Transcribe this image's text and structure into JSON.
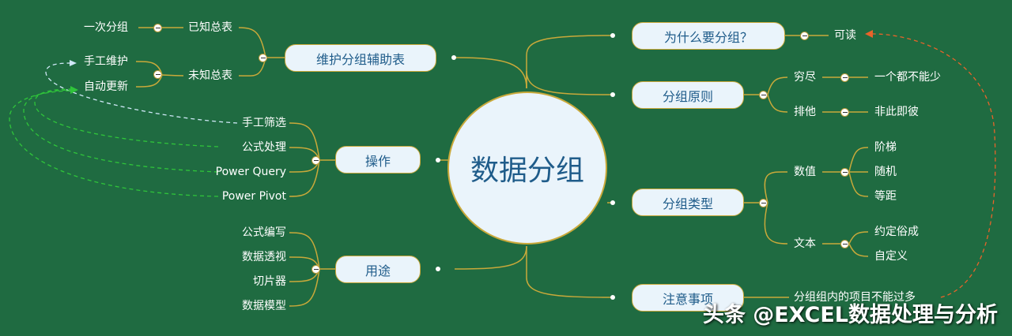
{
  "center": "数据分组",
  "left": {
    "aux": {
      "label": "维护分组辅助表",
      "children": [
        "已知总表",
        "未知总表"
      ],
      "known_child": "一次分组",
      "unknown_children": [
        "手工维护",
        "自动更新"
      ]
    },
    "ops": {
      "label": "操作",
      "children": [
        "手工筛选",
        "公式处理",
        "Power Query",
        "Power Pivot"
      ]
    },
    "use": {
      "label": "用途",
      "children": [
        "公式编写",
        "数据透视",
        "切片器",
        "数据模型"
      ]
    }
  },
  "right": {
    "why": {
      "label": "为什么要分组？",
      "child": "可读"
    },
    "principle": {
      "label": "分组原则",
      "children": [
        {
          "label": "穷尽",
          "child": "一个都不能少"
        },
        {
          "label": "排他",
          "child": "非此即彼"
        }
      ]
    },
    "types": {
      "label": "分组类型",
      "children": [
        {
          "label": "数值",
          "children": [
            "阶梯",
            "随机",
            "等距"
          ]
        },
        {
          "label": "文本",
          "children": [
            "约定俗成",
            "自定义"
          ]
        }
      ]
    },
    "notes": {
      "label": "注意事项",
      "child": "分组组内的项目不能过多"
    }
  },
  "watermark": "头条 @EXCEL数据处理与分析",
  "colors": {
    "background": "#1f6b41",
    "line": "#c9a93a",
    "node_fill": "#eaf4fb",
    "node_text": "#1f5c8a",
    "dash_white": "#cfe8f7",
    "dash_green": "#2fc43a",
    "dash_orange": "#e8632a"
  }
}
